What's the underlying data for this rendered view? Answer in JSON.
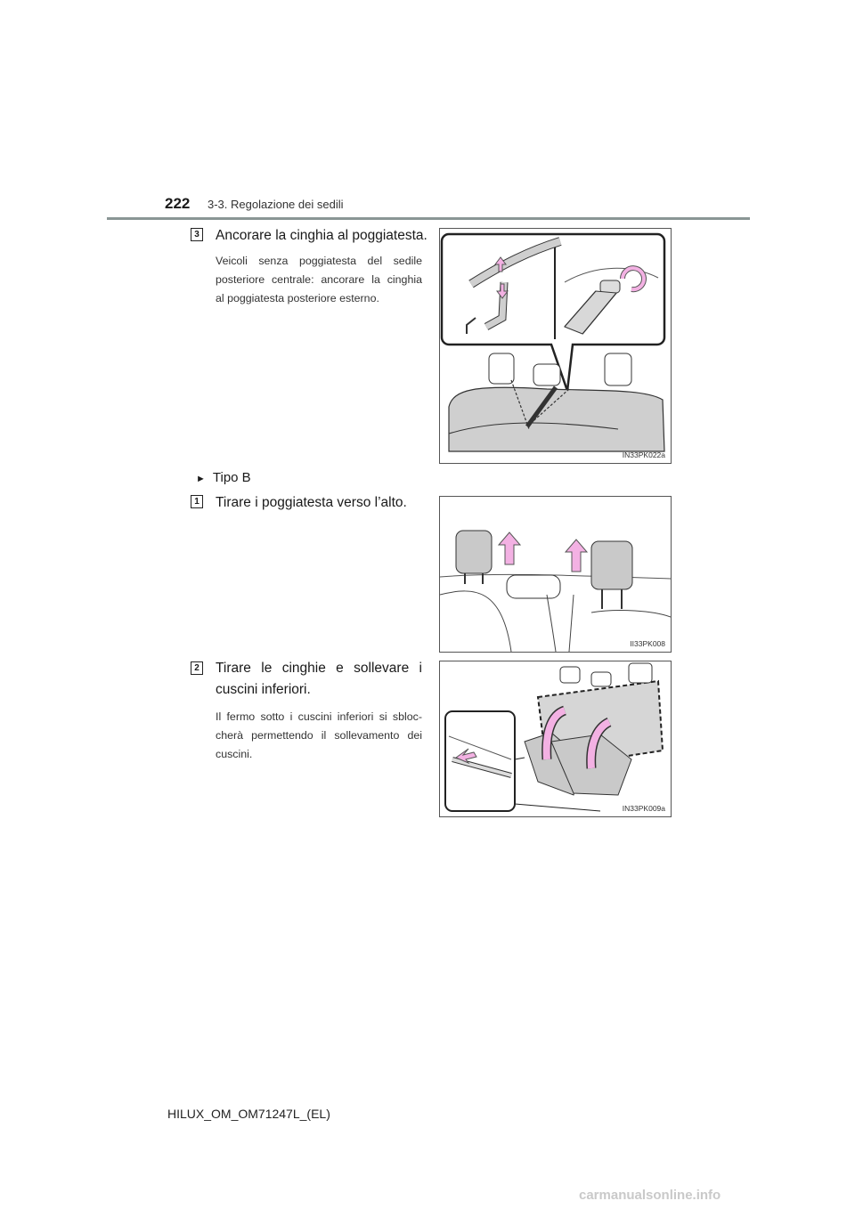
{
  "header": {
    "page_number": "222",
    "section": "3-3. Regolazione dei sedili"
  },
  "step3": {
    "num": "3",
    "heading": "Ancorare la cinghia al poggiatesta.",
    "body_lines": [
      "Veicoli senza poggiatesta del sedile",
      "posteriore centrale: ancorare la cinghia",
      "al poggiatesta posteriore esterno."
    ],
    "figure_code": "IN33PK022a"
  },
  "type_b": {
    "label": "Tipo B"
  },
  "step1": {
    "num": "1",
    "heading": "Tirare i poggiatesta verso l’alto.",
    "figure_code": "II33PK008"
  },
  "step2": {
    "num": "2",
    "heading_lines": [
      "Tirare le cinghie e sollevare i",
      "cuscini inferiori."
    ],
    "body_lines": [
      "Il fermo sotto i cuscini inferiori si sbloc-",
      "cherà permettendo il sollevamento dei",
      "cuscini."
    ],
    "figure_code": "IN33PK009a"
  },
  "footer": {
    "doc_id": "HILUX_OM_OM71247L_(EL)"
  },
  "watermark": "carmanualsonline.info",
  "colors": {
    "arrow_pink": "#f3b1e3",
    "seat_gray": "#c9c9c9",
    "rule_gray": "#8a9695"
  }
}
